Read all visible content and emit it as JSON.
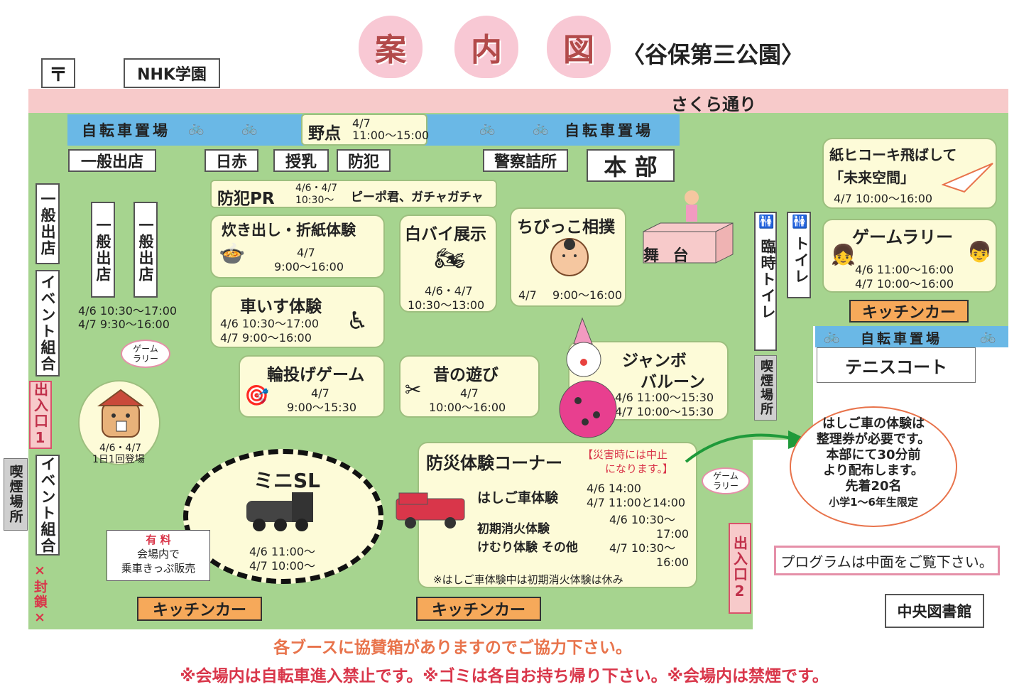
{
  "title": {
    "chars": [
      "案",
      "内",
      "図"
    ],
    "subtitle": "〈谷保第三公園〉"
  },
  "top_labels": {
    "post": "〒",
    "nhk": "NHK学園"
  },
  "road": {
    "label": "さくら通り"
  },
  "bicycle_parking": {
    "label": "自転車置場"
  },
  "noten": {
    "label": "野点",
    "date": "4/7",
    "time": "11:00〜15:00"
  },
  "stalls": {
    "general": "一般出店",
    "nisseki": "日赤",
    "junyu": "授乳",
    "bohan": "防犯",
    "police": "警察詰所",
    "honbu": "本 部",
    "general_vertical": "一般出店",
    "event_vertical": "イベント組合",
    "general_times": [
      "4/6 10:30〜17:00",
      "4/7 9:30〜16:00"
    ]
  },
  "bohan_pr": {
    "label": "防犯PR",
    "dates": "4/6・4/7",
    "time": "10:30〜",
    "desc": "ピーポ君、ガチャガチャ"
  },
  "booths": {
    "takidashi": {
      "title": "炊き出し・折紙体験",
      "date": "4/7",
      "time": "9:00〜16:00"
    },
    "kurumaisu": {
      "title": "車いす体験",
      "times": [
        "4/6 10:30〜17:00",
        "4/7 9:00〜16:00"
      ]
    },
    "wanage": {
      "title": "輪投げゲーム",
      "date": "4/7",
      "time": "9:00〜15:30"
    },
    "hakubai": {
      "title": "白バイ展示",
      "date": "4/6・4/7",
      "time": "10:30〜13:00"
    },
    "mukashi": {
      "title": "昔の遊び",
      "date": "4/7",
      "time": "10:00〜16:00"
    },
    "sumo": {
      "title": "ちびっこ相撲",
      "date": "4/7",
      "time": "9:00〜16:00"
    },
    "jumbo": {
      "title1": "ジャンボ",
      "title2": "バルーン",
      "times": [
        "4/6 11:00〜15:30",
        "4/7 10:00〜15:30"
      ]
    },
    "stage": {
      "label": "舞 台"
    },
    "kamihikouki": {
      "title1": "紙ヒコーキ飛ばして",
      "title2": "「未来空間」",
      "time": "4/7 10:00〜16:00"
    },
    "gamerally": {
      "title": "ゲームラリー",
      "times": [
        "4/6 11:00〜16:00",
        "4/7 10:00〜16:00"
      ]
    }
  },
  "mascot": {
    "dates": "4/6・4/7",
    "note": "1日1回登場"
  },
  "game_rally_badge": "ゲーム\nラリー",
  "gate1": "出入口1",
  "gate2": "出入口2",
  "smoking": "喫煙場所",
  "closed": "×封鎖×",
  "event_union": "イベント組合",
  "toilet_temp": "臨時トイレ",
  "toilet": "トイレ",
  "mini_sl": {
    "title": "ミニSL",
    "times": [
      "4/6 11:00〜",
      "4/7 10:00〜"
    ]
  },
  "paid_note": {
    "line1": "有 料",
    "line2": "会場内で",
    "line3": "乗車きっぷ販売"
  },
  "disaster": {
    "title": "防災体験コーナー",
    "note1": "【災害時には中止",
    "note2": "になります。】",
    "hashigo": "はしご車体験",
    "hashigo_times": [
      "4/6 14:00",
      "4/7 11:00と14:00"
    ],
    "shoka": "初期消火体験",
    "kemuri": "けむり体験 その他",
    "times": [
      "4/6 10:30〜",
      "17:00",
      "4/7 10:30〜",
      "16:00"
    ],
    "footnote": "※はしご車体験中は初期消火体験は休み"
  },
  "kitchen": "キッチンカー",
  "tennis": "テニスコート",
  "hashigo_info": [
    "はしご車の体験は",
    "整理券が必要です。",
    "本部にて30分前",
    "より配布します。",
    "先着20名",
    "小学1〜6年生限定"
  ],
  "program_note": "プログラムは中面をご覧下さい。",
  "library": "中央図書館",
  "footer": {
    "line1": "各ブースに協賛箱がありますのでご協力下さい。",
    "line2": "※会場内は自転車進入禁止です。※ゴミは各自お持ち帰り下さい。※会場内は禁煙です。"
  },
  "colors": {
    "field": "#a6d48f",
    "road": "#f7caca",
    "strip": "#6ab8e6",
    "kitchen": "#f6a95a",
    "booth": "#fdfbd8",
    "accent": "#e8734b"
  }
}
